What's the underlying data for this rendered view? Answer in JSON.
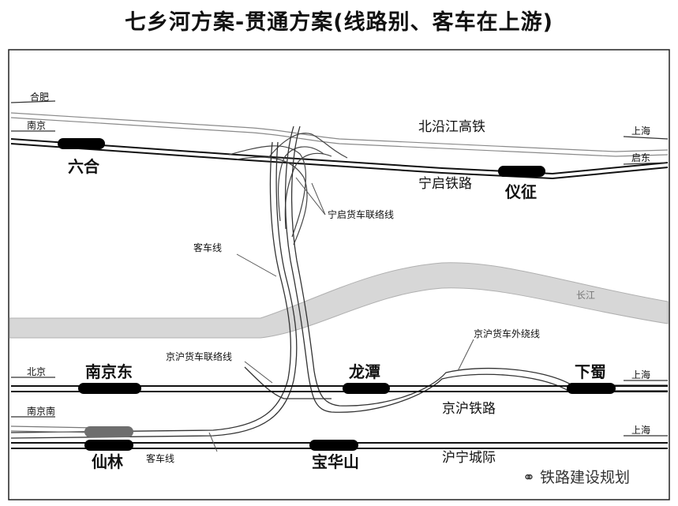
{
  "title": "七乡河方案-贯通方案(线路别、客车在上游)",
  "lines": {
    "beiyanjiang": "北沿江高铁",
    "ningqi": "宁启铁路",
    "ningqi_freight": "宁启货车联络线",
    "passenger_north": "客车线",
    "jinghu_freight_link": "京沪货车联络线",
    "jinghu_freight_bypass": "京沪货车外绕线",
    "jinghu": "京沪铁路",
    "huning": "沪宁城际",
    "passenger_south": "客车线"
  },
  "river": "长江",
  "stations": {
    "liuhe": "六合",
    "yizheng": "仪征",
    "nanjingdong": "南京东",
    "longtan": "龙潭",
    "xiashu": "下蜀",
    "xianlin": "仙林",
    "baohuashan": "宝华山"
  },
  "directions": {
    "hefei": "合肥",
    "nanjing": "南京",
    "shanghai_top": "上海",
    "qidong": "启东",
    "beijing": "北京",
    "shanghai_mid": "上海",
    "nanjingnan": "南京南",
    "shanghai_bot": "上海"
  },
  "watermark": "铁路建设规划",
  "colors": {
    "river": "#d7d7d7",
    "river_edge": "#b0b0b0",
    "track": "#111111",
    "station": "#000000",
    "station_grey": "#6e6e6e"
  }
}
